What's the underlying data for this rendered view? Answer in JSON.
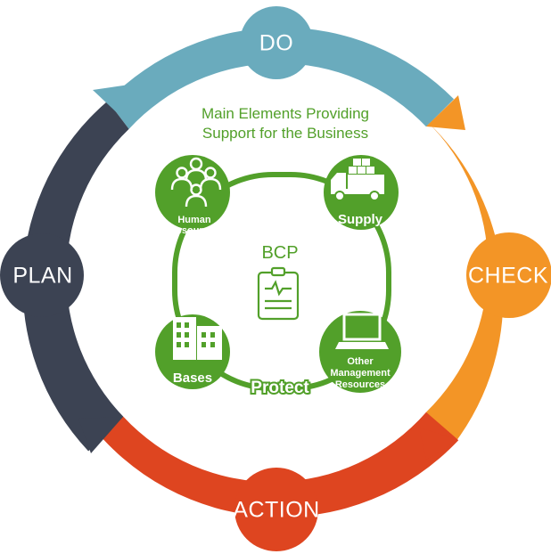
{
  "colors": {
    "do": "#6aabbd",
    "check": "#f39526",
    "action": "#de4520",
    "plan": "#3c4353",
    "green": "#52a02a"
  },
  "cycle": {
    "do": "DO",
    "check": "CHECK",
    "action": "ACTION",
    "plan": "PLAN"
  },
  "center": {
    "title_line1": "Main Elements Providing",
    "title_line2": "Support for the Business",
    "core_label": "BCP",
    "protect_label": "Protect",
    "elements": {
      "human_line1": "Human",
      "human_line2": "Resources",
      "supply": "Supply",
      "bases": "Bases",
      "other_line1": "Other",
      "other_line2": "Management",
      "other_line3": "Resources"
    }
  },
  "icons": {
    "human": "people-group-icon",
    "supply": "delivery-truck-icon",
    "bases": "buildings-icon",
    "other": "laptop-icon",
    "core": "clipboard-icon"
  }
}
